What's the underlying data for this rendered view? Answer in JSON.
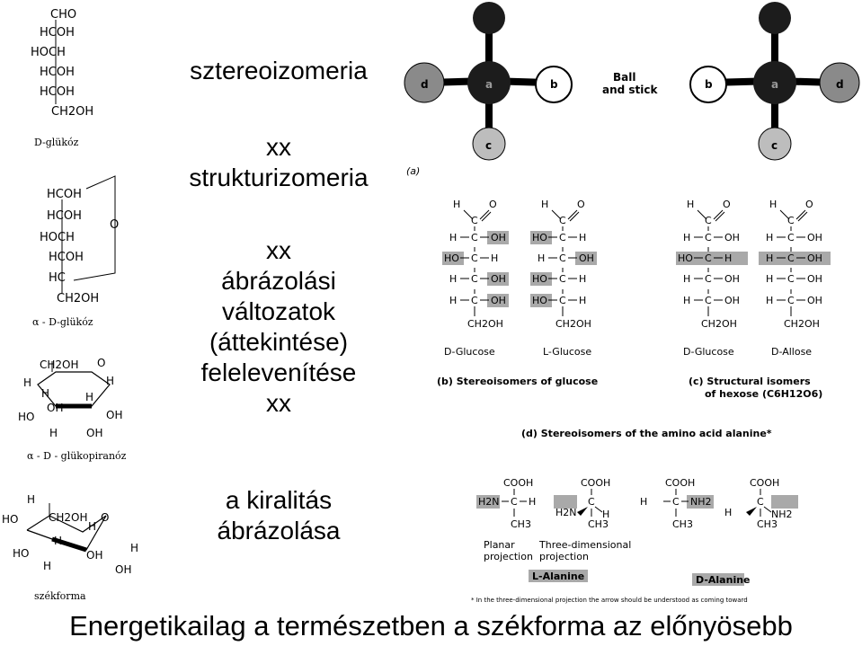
{
  "slide": {
    "center_lines": [
      "sztereoizomeria",
      "xx",
      "strukturizomeria",
      "xx",
      "ábrázolási",
      "változatok",
      "(áttekintése)",
      "felelevenítése",
      "xx"
    ],
    "kiralitas_lines": [
      "a kiralitás",
      "ábrázolása"
    ],
    "bottom_caption": "Energetikailag a természetben a székforma az előnyösebb"
  },
  "left_panel": {
    "fischer_lines": [
      "CHO",
      "HCOH",
      "HOCH",
      "HCOH",
      "HCOH",
      "CH2OH"
    ],
    "fischer_label": "D-glükóz",
    "alpha_lines": [
      "HCOH",
      "HCOH",
      "HOCH",
      "HCOH",
      "HC",
      "CH2OH"
    ],
    "ring_o": "O",
    "alpha_label": "α - D-glükóz",
    "pyranose_label": "α - D - glükopiranóz",
    "chair_label": "székforma",
    "atoms": {
      "h": "H",
      "oh": "OH",
      "ho": "HO",
      "o": "O",
      "ch2oh": "CH2OH"
    }
  },
  "figure": {
    "panel_a_letter": "(a)",
    "ball_stick_lines": [
      "Ball",
      "and stick"
    ],
    "balls": {
      "a": "a",
      "b": "b",
      "c": "c",
      "d": "d"
    },
    "panel_b_caption": "(b)  Stereoisomers of glucose",
    "panel_c_caption_1": "(c)  Structural isomers",
    "panel_c_caption_2": "of hexose (C6H12O6)",
    "panel_d_caption": "(d)  Stereoisomers of the amino acid alanine*",
    "sugar_names": [
      "D-Glucose",
      "L-Glucose",
      "D-Glucose",
      "D-Allose"
    ],
    "planar_lines": [
      "Planar",
      "projection"
    ],
    "threed_lines": [
      "Three-dimensional",
      "projection"
    ],
    "l_alanine": "L-Alanine",
    "d_alanine": "D-Alanine",
    "footnote": "* In the three-dimensional projection the arrow should be understood as coming toward",
    "atoms": {
      "h": "H",
      "c": "C",
      "o": "O",
      "oh": "OH",
      "ho": "HO",
      "ch2oh": "CH2OH",
      "cooh": "COOH",
      "ch3": "CH3",
      "h2n": "H2N",
      "nh2": "NH2"
    }
  },
  "colors": {
    "highlight": "#a9a9a9",
    "ball_dark": "#1c1c1c",
    "ball_gray": "#8a8a8a",
    "ball_light": "#bdbdbd"
  }
}
